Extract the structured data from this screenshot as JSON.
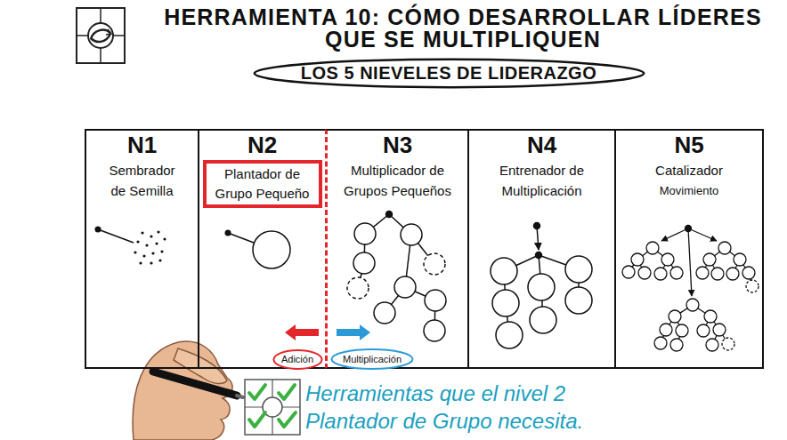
{
  "diagram": {
    "title": "HERRAMIENTA 10: CÓMO DESARROLLAR LÍDERES QUE SE MULTIPLIQUEN",
    "nodes": [
      {
        "text": [
          "LOS 5 NIEVELES DE LIDERAZGO"
        ]
      },
      {
        "text": [
          "N1",
          "Sembrador de Semilla"
        ]
      },
      {
        "text": [
          "N2"
        ]
      },
      {
        "text": [
          "Plantador de Grupo Pequeño"
        ],
        "in": 2
      },
      {
        "text": [
          "N3",
          "Multiplicador de Grupos Pequeños"
        ]
      },
      {
        "text": [
          "N4",
          "Entrenador de Multiplicación"
        ]
      },
      {
        "text": [
          "N5",
          "Catalizador",
          "Movimiento"
        ]
      },
      {
        "text": [
          "Adición"
        ]
      },
      {
        "text": [
          "Multiplicación"
        ]
      }
    ],
    "labels": [
      "Herramientas que el nivel 2 Plantador de Grupo necesita."
    ]
  }
}
